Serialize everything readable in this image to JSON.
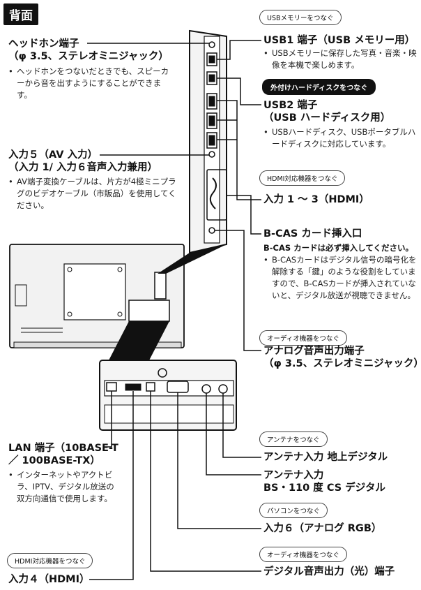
{
  "title": "背面",
  "left": {
    "headphone": {
      "heading1": "ヘッドホン端子",
      "heading2": "（φ 3.5、ステレオミニジャック）",
      "desc": "ヘッドホンをつないだときでも、スピーカーから音を出すようにすることができます。"
    },
    "input5": {
      "heading1": "入力５（AV 入力）",
      "heading2": "（入力 1/ 入力６音声入力兼用）",
      "desc": "AV端子変換ケーブルは、片方が4極ミニプラグのビデオケーブル（市販品）を使用してください。"
    },
    "lan": {
      "heading1": "LAN 端子（10BASE-T",
      "heading2": "／ 100BASE-TX）",
      "desc": "インターネットやアクトビラ、IPTV、デジタル放送の双方向通信で使用します。"
    },
    "input4": {
      "pill": "HDMI対応機器をつなぐ",
      "heading": "入力４（HDMI）"
    }
  },
  "right": {
    "usb1": {
      "pill": "USBメモリーをつなぐ",
      "heading": "USB1 端子（USB メモリー用）",
      "desc": "USBメモリーに保存した写真・音楽・映像を本機で楽しめます。"
    },
    "usb2": {
      "pill": "外付けハードディスクをつなぐ",
      "heading1": "USB2 端子",
      "heading2": "（USB ハードディスク用）",
      "desc": "USBハードディスク、USBポータブルハードディスクに対応しています。"
    },
    "hdmi": {
      "pill": "HDMI対応機器をつなぐ",
      "heading": "入力 1 〜 3（HDMI）"
    },
    "bcas": {
      "heading": "B-CAS カード挿入口",
      "note": "B-CAS カードは必ず挿入してください。",
      "desc": "B-CASカードはデジタル信号の暗号化を解除する「鍵」のような役割をしていますので、B-CASカードが挿入されていないと、デジタル放送が視聴できません。"
    },
    "analog_audio": {
      "pill": "オーディオ機器をつなぐ",
      "heading1": "アナログ音声出力端子",
      "heading2": "（φ 3.5、ステレオミニジャック）"
    },
    "antenna": {
      "pill": "アンテナをつなぐ",
      "terrestrial": "アンテナ入力 地上デジタル",
      "bs1": "アンテナ入力",
      "bs2": "BS・110 度 CS デジタル"
    },
    "input6": {
      "pill": "パソコンをつなぐ",
      "heading": "入力６（アナログ RGB）"
    },
    "optical": {
      "pill": "オーディオ機器をつなぐ",
      "heading": "デジタル音声出力（光）端子"
    }
  }
}
